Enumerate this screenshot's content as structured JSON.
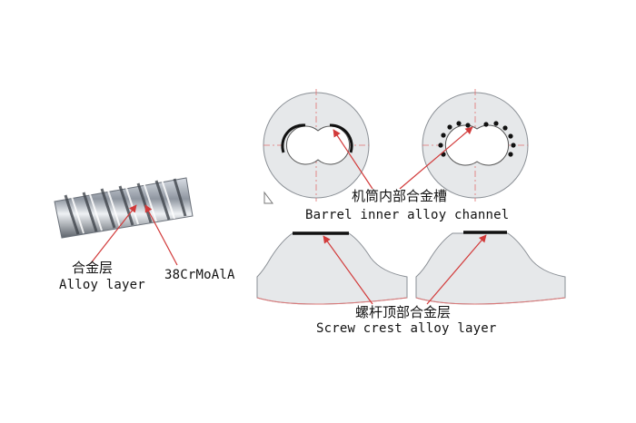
{
  "screw_labels": {
    "alloy_layer_zh": "合金层",
    "alloy_layer_en": "Alloy layer",
    "material": "38CrMoAlA"
  },
  "barrel_labels": {
    "zh": "机筒内部合金槽",
    "en": "Barrel inner alloy channel"
  },
  "crest_labels": {
    "zh": "螺杆顶部合金层",
    "en": "Screw crest alloy layer"
  },
  "colors": {
    "arrow": "#d23a3a",
    "outline": "#7a7a7a",
    "centerline": "#e07070",
    "alloy": "#111111"
  }
}
